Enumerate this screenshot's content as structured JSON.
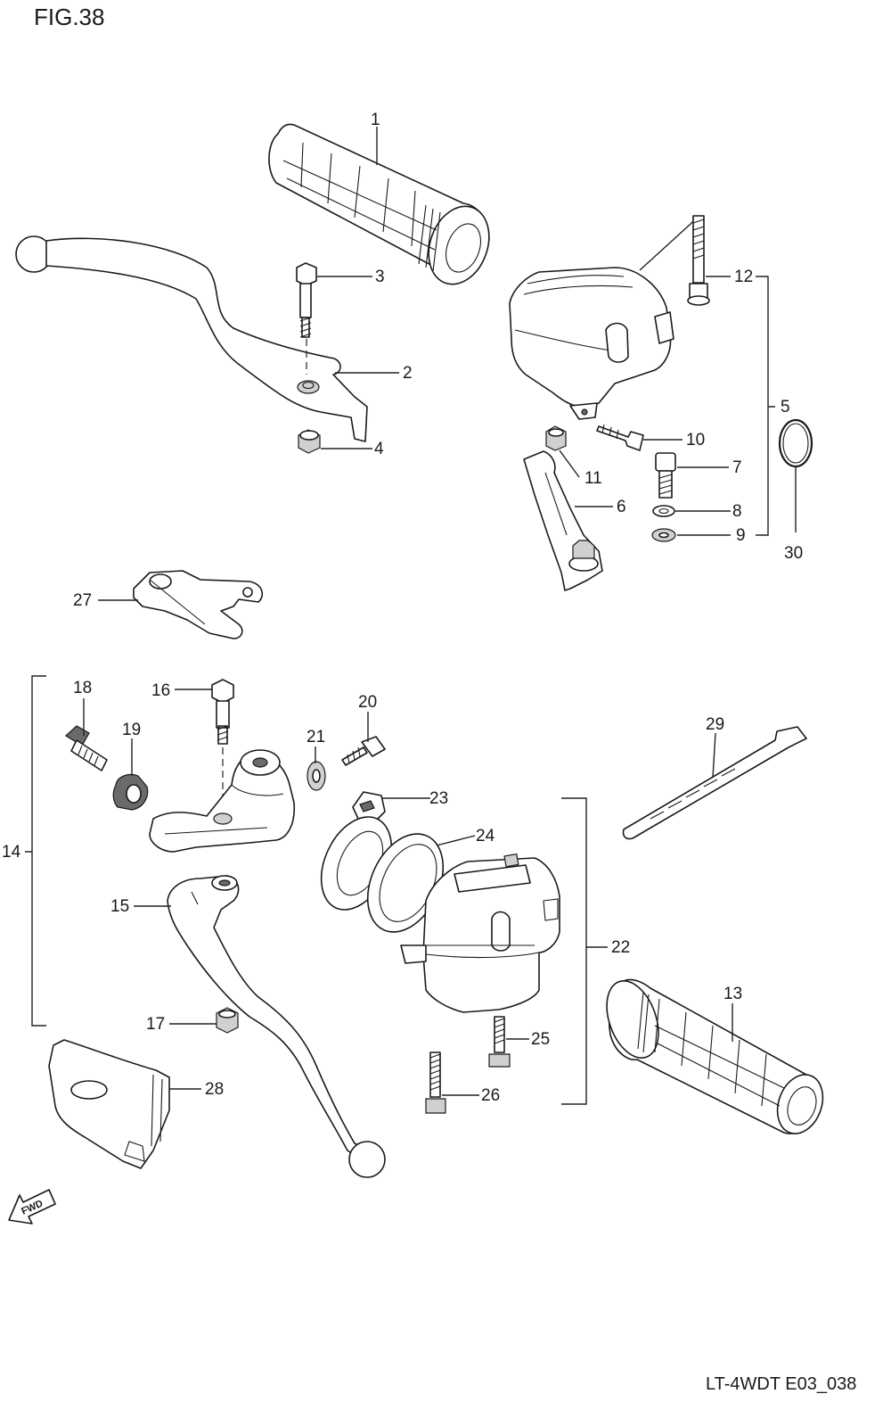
{
  "figure_title": "FIG.38",
  "figure_code": "LT-4WDT E03_038",
  "direction_badge": "FWD",
  "callouts": [
    "1",
    "2",
    "3",
    "4",
    "5",
    "6",
    "7",
    "8",
    "9",
    "10",
    "11",
    "12",
    "13",
    "14",
    "15",
    "16",
    "17",
    "18",
    "19",
    "20",
    "21",
    "22",
    "23",
    "24",
    "25",
    "26",
    "27",
    "28",
    "29",
    "30"
  ]
}
